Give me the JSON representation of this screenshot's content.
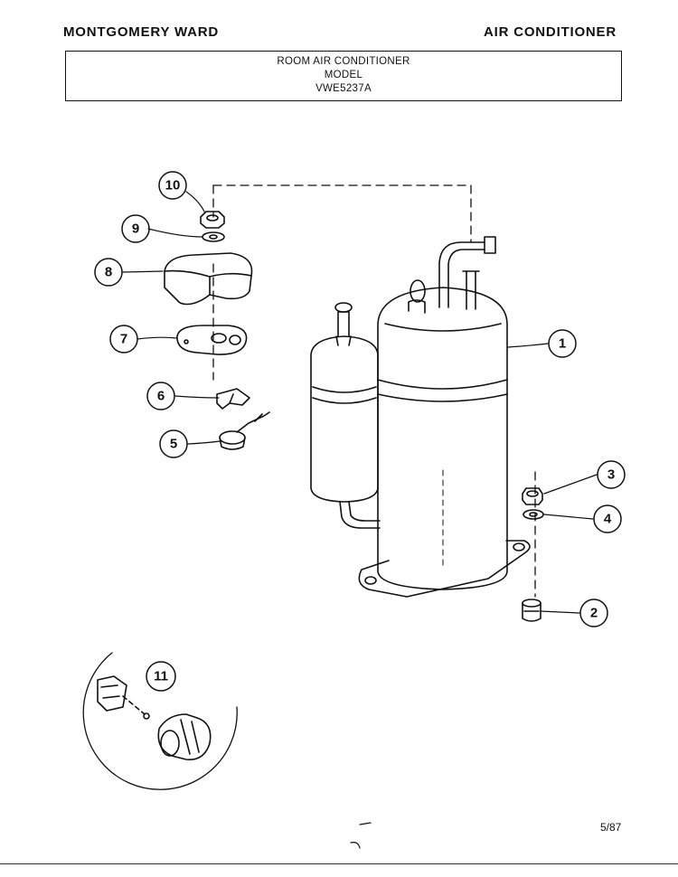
{
  "header": {
    "brand": "MONTGOMERY WARD",
    "category": "AIR CONDITIONER"
  },
  "title_box": {
    "line1": "ROOM AIR CONDITIONER",
    "line2": "MODEL",
    "line3": "VWE5237A"
  },
  "callouts": [
    "1",
    "2",
    "3",
    "4",
    "5",
    "6",
    "7",
    "8",
    "9",
    "10",
    "11"
  ],
  "footer": {
    "date": "5/87"
  }
}
